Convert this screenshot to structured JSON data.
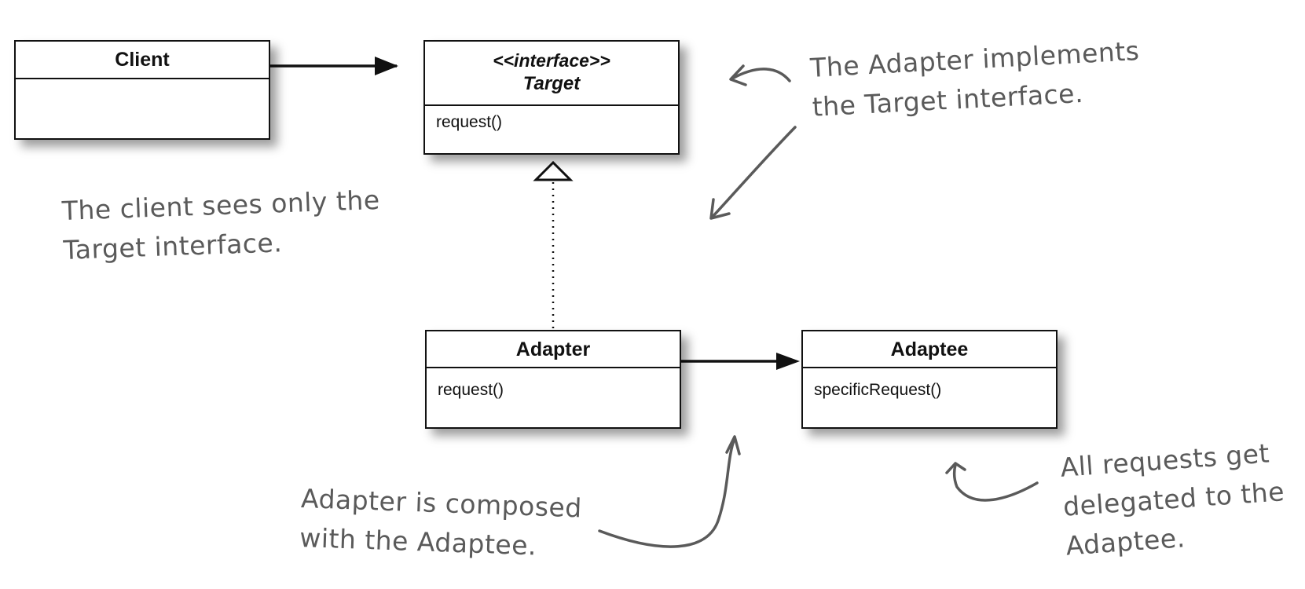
{
  "diagram": {
    "client": {
      "name": "Client"
    },
    "target": {
      "stereotype": "<<interface>>",
      "name": "Target",
      "method": "request()"
    },
    "adapter": {
      "name": "Adapter",
      "method": "request()"
    },
    "adaptee": {
      "name": "Adaptee",
      "method": "specificRequest()"
    }
  },
  "annotations": {
    "adapter_implements": [
      "The Adapter implements",
      "the Target interface."
    ],
    "client_sees": [
      "The client sees only the",
      "Target interface."
    ],
    "composed": [
      "Adapter is composed",
      "with the Adaptee."
    ],
    "delegated": [
      "All requests get",
      "delegated to the",
      "Adaptee."
    ]
  },
  "colors": {
    "line": "#111111",
    "handwriting": "#5a5a5a",
    "shadow": "#9a9a9a"
  }
}
